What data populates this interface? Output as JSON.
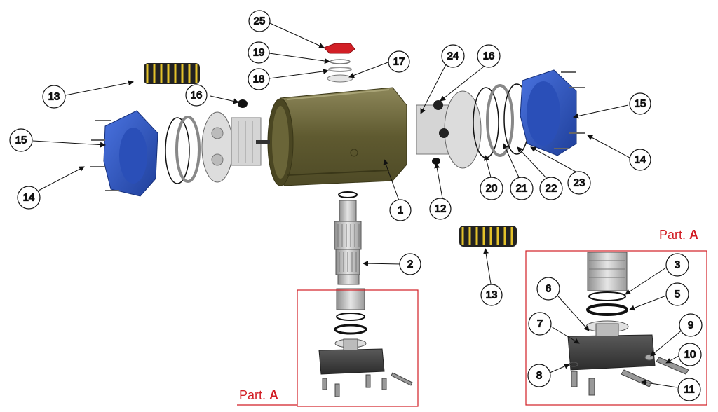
{
  "diagram": {
    "callouts": [
      "1",
      "2",
      "3",
      "5",
      "6",
      "7",
      "8",
      "9",
      "10",
      "11",
      "12",
      "13",
      "13",
      "14",
      "14",
      "15",
      "15",
      "16",
      "16",
      "17",
      "18",
      "19",
      "20",
      "21",
      "22",
      "23",
      "24",
      "25"
    ],
    "part_label": {
      "prefix": "Part.",
      "letter": "A"
    },
    "detail_label": {
      "prefix": "Part.",
      "letter": "A"
    }
  },
  "colors": {
    "housing": "#6f6a3c",
    "end_cap": "#2f57c4",
    "highlight_red": "#d21f26",
    "spring_yellow": "#e3c12a",
    "metal": "#c9c9c9"
  }
}
